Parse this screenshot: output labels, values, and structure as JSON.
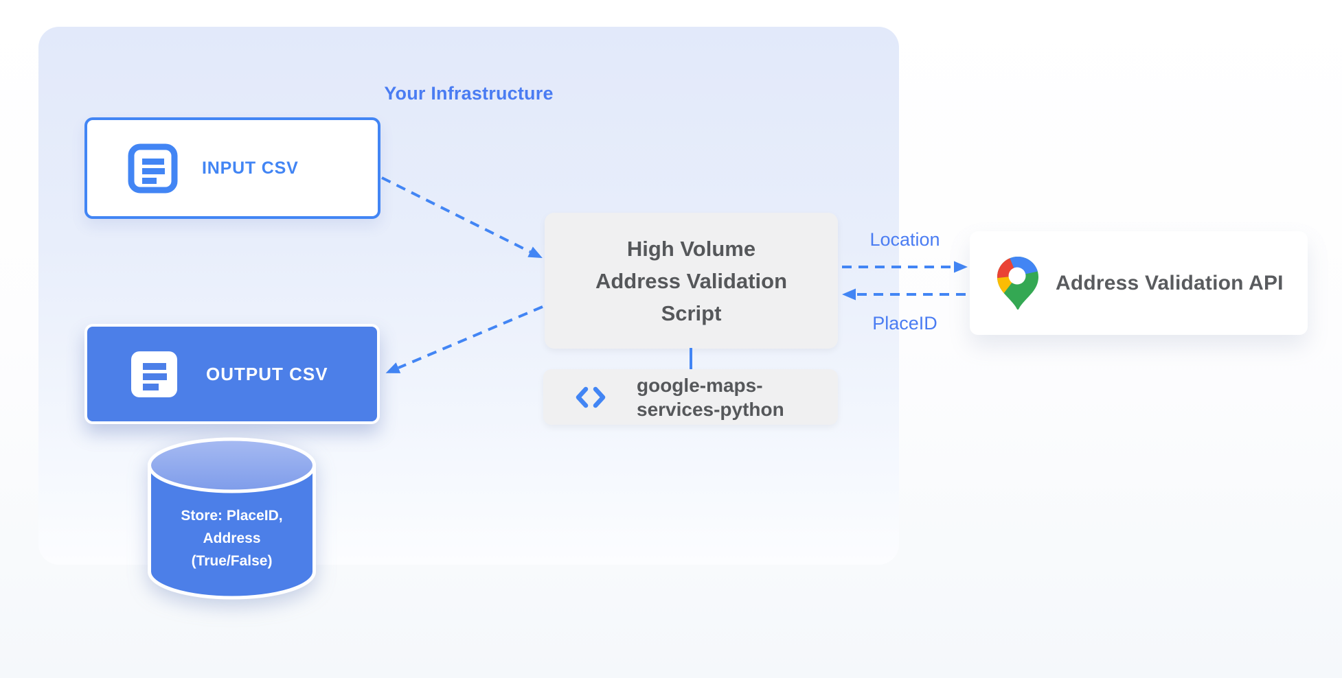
{
  "panel": {
    "title": "Your Infrastructure"
  },
  "nodes": {
    "input_csv": {
      "label": "INPUT CSV",
      "icon": "document-icon"
    },
    "output_csv": {
      "label": "OUTPUT CSV",
      "icon": "document-icon"
    },
    "script": {
      "line1": "High Volume",
      "line2": "Address Validation",
      "line3": "Script"
    },
    "library": {
      "line1": "google-maps-",
      "line2": "services-python",
      "icon": "code-icon"
    },
    "api": {
      "label": "Address Validation API",
      "icon": "google-maps-pin-icon"
    },
    "datastore": {
      "line1": "Store: PlaceID,",
      "line2": "Address",
      "line3": "(True/False)",
      "shape": "database-cylinder"
    }
  },
  "edges": {
    "script_to_api": {
      "label": "Location"
    },
    "api_to_script": {
      "label": "PlaceID"
    }
  },
  "colors": {
    "accent_blue": "#4285F4",
    "fill_blue": "#4C7FE8",
    "panel_blue_top": "#E2E9FA",
    "node_gray": "#F0F0F1",
    "text_gray": "#55575A",
    "label_blue": "#4A7CF2",
    "pin_red": "#EA4335",
    "pin_yellow": "#FBBC04",
    "pin_green": "#34A853",
    "pin_blue": "#4285F4"
  }
}
